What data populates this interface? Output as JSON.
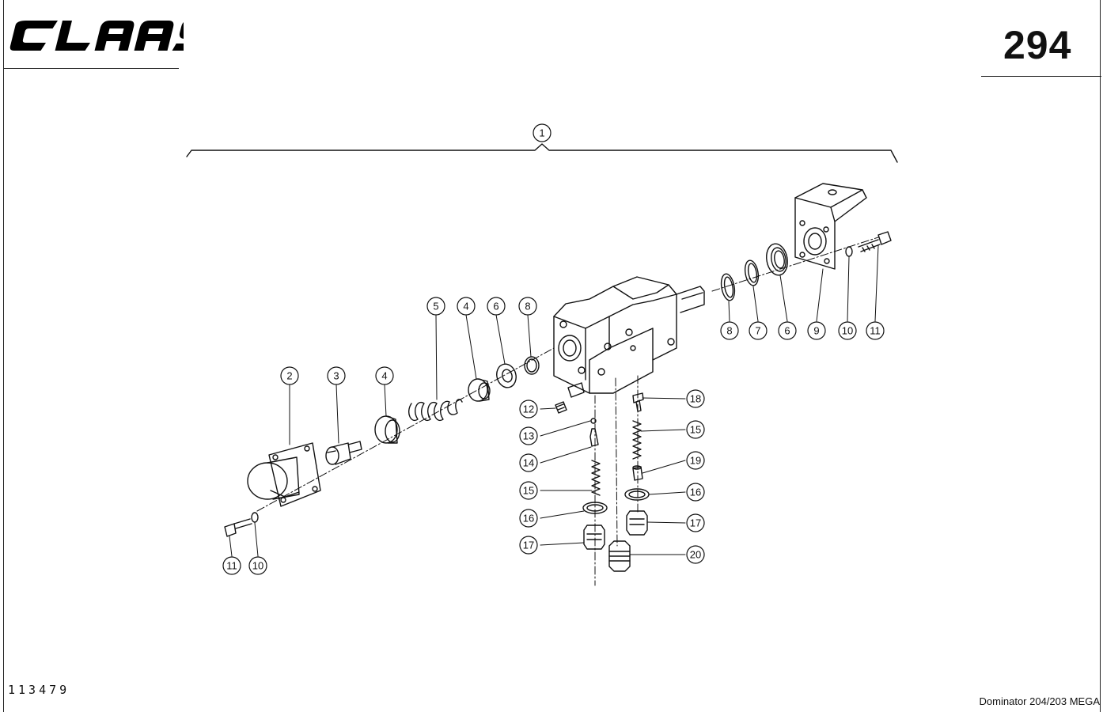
{
  "header": {
    "brand_logo": "CLAAS",
    "page_number": "294"
  },
  "footer": {
    "drawing_number": "113479",
    "model": "Dominator 204/203 MEGA"
  },
  "icons": {
    "logo": "claas-logo-icon"
  },
  "callouts": [
    {
      "id": "c1",
      "label": "1"
    },
    {
      "id": "c2",
      "label": "2"
    },
    {
      "id": "c3",
      "label": "3"
    },
    {
      "id": "c4a",
      "label": "4"
    },
    {
      "id": "c5",
      "label": "5"
    },
    {
      "id": "c4b",
      "label": "4"
    },
    {
      "id": "c6a",
      "label": "6"
    },
    {
      "id": "c8a",
      "label": "8"
    },
    {
      "id": "c8b",
      "label": "8"
    },
    {
      "id": "c7",
      "label": "7"
    },
    {
      "id": "c6b",
      "label": "6"
    },
    {
      "id": "c9",
      "label": "9"
    },
    {
      "id": "c10a",
      "label": "10"
    },
    {
      "id": "c11a",
      "label": "11"
    },
    {
      "id": "c12",
      "label": "12"
    },
    {
      "id": "c13",
      "label": "13"
    },
    {
      "id": "c14",
      "label": "14"
    },
    {
      "id": "c15a",
      "label": "15"
    },
    {
      "id": "c16a",
      "label": "16"
    },
    {
      "id": "c17a",
      "label": "17"
    },
    {
      "id": "c18",
      "label": "18"
    },
    {
      "id": "c15b",
      "label": "15"
    },
    {
      "id": "c19",
      "label": "19"
    },
    {
      "id": "c16b",
      "label": "16"
    },
    {
      "id": "c17b",
      "label": "17"
    },
    {
      "id": "c20",
      "label": "20"
    },
    {
      "id": "c11b",
      "label": "11"
    },
    {
      "id": "c10b",
      "label": "10"
    }
  ]
}
